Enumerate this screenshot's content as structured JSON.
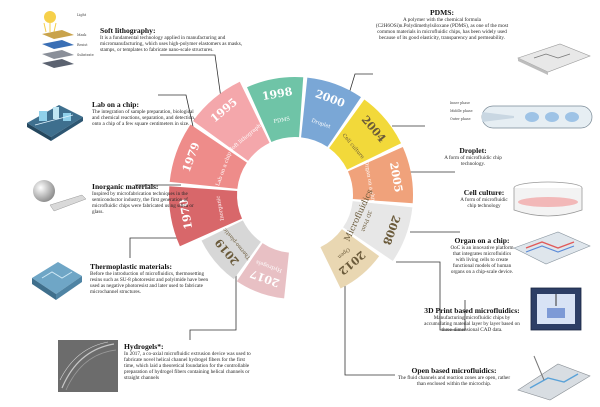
{
  "wheel": {
    "center_label": "Microfluidics",
    "segments": [
      {
        "year": "1970",
        "label": "Inorganic",
        "color": "#d8676a"
      },
      {
        "year": "1979",
        "label": "Lab on a chip",
        "color": "#ee8c8a"
      },
      {
        "year": "1995",
        "label": "Soft lithography",
        "color": "#f4a7ab"
      },
      {
        "year": "1998",
        "label": "PDMS",
        "color": "#6fc4a7"
      },
      {
        "year": "2000",
        "label": "Droplet",
        "color": "#7aa7d6"
      },
      {
        "year": "2004",
        "label": "Cell culture",
        "color": "#f2d93a"
      },
      {
        "year": "2005",
        "label": "Organ on a chip",
        "color": "#f0a27b"
      },
      {
        "year": "2008",
        "label": "3D Print",
        "color": "#e7e7e7"
      },
      {
        "year": "2012",
        "label": "Open",
        "color": "#e9d7b2"
      },
      {
        "year": "2017",
        "label": "Hydrogels",
        "color": "#e8c0c4"
      },
      {
        "year": "2019",
        "label": "Thermo-plastic",
        "color": "#d7d7d7"
      }
    ]
  },
  "annotations": {
    "soft_lithography": {
      "title": "Soft lithography:",
      "body": "It is a fundamental technology applied in manufacturing and micromanufacturing, which uses high-polymer elastomers as masks, stamps, or templates to fabricate nano-scale structures."
    },
    "lab_on_chip": {
      "title": "Lab on a chip:",
      "body": "The integration of sample preparation, biological and chemical reactions, separation, and detection, onto a chip of a few square centimeters in size."
    },
    "inorganic": {
      "title": "Inorganic materials:",
      "body": "Inspired by microfabrication techniques in the semiconductor industry, the first generation of microfluidic chips were fabricated using silica or glass."
    },
    "thermoplastic": {
      "title": "Thermoplastic materials:",
      "body": "Before the introduction of microfluidics, thermosetting resins such as SU-8 photoresist and polyimide have been used as negative photoresist and later used to fabricate microchannel structures."
    },
    "hydrogels": {
      "title": "Hydrogels*:",
      "body": "In 2017, a co-axial microfluidic extrusion device was used to fabricate novel helical channel hydrogel fibers for the first time, which laid a theoretical foundation for the controllable preparation of hydrogel fibers containing helical channels or straight channels"
    },
    "pdms": {
      "title": "PDMS:",
      "body": "A polymer with the chemical formula (C2H6OSi)n.Polydimethylsiloxane (PDMS), as one of the most common materials in microfluidic chips, has been widely used because of its good elasticity, transparency and permeability."
    },
    "droplet": {
      "title": "Droplet:",
      "body": "A form of microfluidic chip technology."
    },
    "cell_culture": {
      "title": "Cell culture:",
      "body": "A form of microfluidic chip technology"
    },
    "organ_on_chip": {
      "title": "Organ on a chip:",
      "body": "OoC is an innovative platform that integrates microfluidics with living cells to create functional models of human organs on a chip-scale device."
    },
    "print3d": {
      "title": "3D Print based microfluidics:",
      "body": "Manufacturing microfluidic chips by accumulating material layer by layer based on three-dimensional CAD data."
    },
    "open": {
      "title": "Open based microfluidics:",
      "body": "The fluid channels and reaction zones are open, rather than enclosed within the microchip."
    }
  },
  "image_labels": {
    "litho": [
      "Light",
      "Mask",
      "Resist",
      "Substrate"
    ],
    "droplet": [
      "Inner phase",
      "Middle phase",
      "Outer phase"
    ]
  },
  "colors": {
    "line": "#333333",
    "text": "#222222"
  }
}
